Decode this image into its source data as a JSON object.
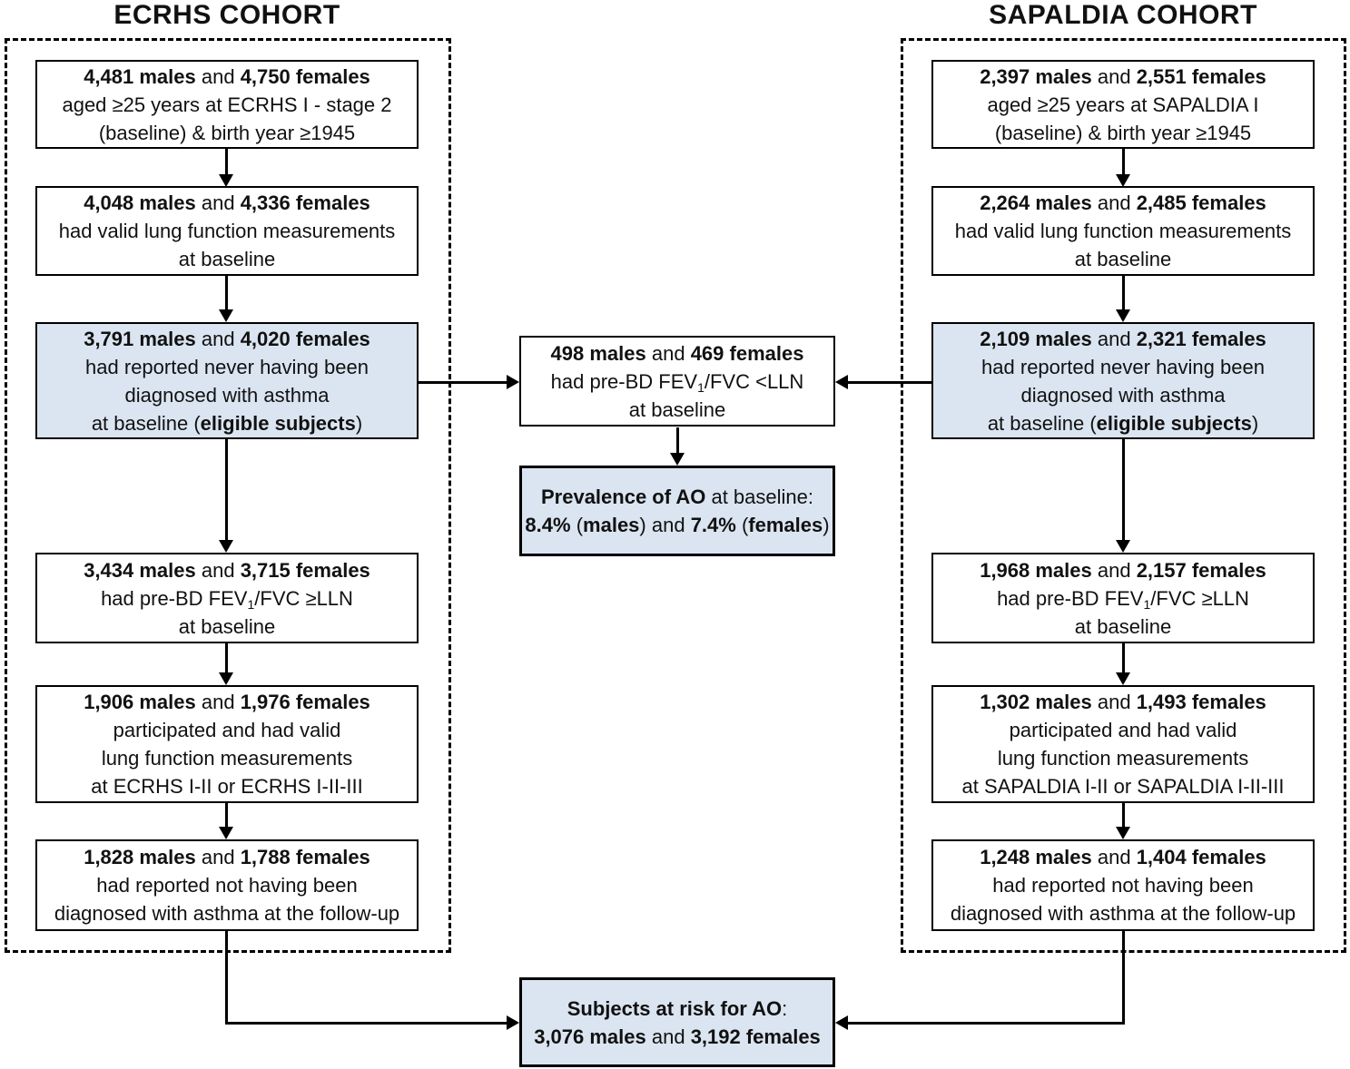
{
  "left": {
    "title": "ECRHS COHORT",
    "boxes": [
      {
        "lines": [
          [
            {
              "t": "4,481 males",
              "b": true
            },
            {
              "t": " and "
            },
            {
              "t": "4,750 females",
              "b": true
            }
          ],
          [
            {
              "t": "aged ≥25 years at ECRHS I - stage 2"
            }
          ],
          [
            {
              "t": "(baseline) & birth year ≥1945"
            }
          ]
        ]
      },
      {
        "lines": [
          [
            {
              "t": "4,048 males",
              "b": true
            },
            {
              "t": " and "
            },
            {
              "t": "4,336 females",
              "b": true
            }
          ],
          [
            {
              "t": "had valid lung function measurements"
            }
          ],
          [
            {
              "t": "at baseline"
            }
          ]
        ]
      },
      {
        "highlighted": true,
        "lines": [
          [
            {
              "t": "3,791 males",
              "b": true
            },
            {
              "t": " and "
            },
            {
              "t": "4,020 females",
              "b": true
            }
          ],
          [
            {
              "t": "had reported never having been"
            }
          ],
          [
            {
              "t": "diagnosed with asthma"
            }
          ],
          [
            {
              "t": "at baseline ("
            },
            {
              "t": "eligible subjects",
              "b": true
            },
            {
              "t": ")"
            }
          ]
        ]
      },
      {
        "lines": [
          [
            {
              "t": "3,434 males",
              "b": true
            },
            {
              "t": " and "
            },
            {
              "t": "3,715 females",
              "b": true
            }
          ],
          [
            {
              "t": "had pre-BD FEV"
            },
            {
              "t": "1",
              "s": true
            },
            {
              "t": "/FVC ≥LLN"
            }
          ],
          [
            {
              "t": "at baseline"
            }
          ]
        ]
      },
      {
        "lines": [
          [
            {
              "t": "1,906 males",
              "b": true
            },
            {
              "t": " and "
            },
            {
              "t": "1,976 females",
              "b": true
            }
          ],
          [
            {
              "t": "participated and had valid"
            }
          ],
          [
            {
              "t": "lung function measurements"
            }
          ],
          [
            {
              "t": "at ECRHS I-II or ECRHS I-II-III"
            }
          ]
        ]
      },
      {
        "lines": [
          [
            {
              "t": "1,828 males",
              "b": true
            },
            {
              "t": " and "
            },
            {
              "t": "1,788 females",
              "b": true
            }
          ],
          [
            {
              "t": "had reported not having been"
            }
          ],
          [
            {
              "t": "diagnosed with asthma at the follow-up"
            }
          ]
        ]
      }
    ]
  },
  "right": {
    "title": "SAPALDIA COHORT",
    "boxes": [
      {
        "lines": [
          [
            {
              "t": "2,397 males",
              "b": true
            },
            {
              "t": " and "
            },
            {
              "t": "2,551 females",
              "b": true
            }
          ],
          [
            {
              "t": "aged ≥25 years at SAPALDIA I"
            }
          ],
          [
            {
              "t": "(baseline) & birth year ≥1945"
            }
          ]
        ]
      },
      {
        "lines": [
          [
            {
              "t": "2,264 males",
              "b": true
            },
            {
              "t": " and "
            },
            {
              "t": "2,485 females",
              "b": true
            }
          ],
          [
            {
              "t": "had valid lung function measurements"
            }
          ],
          [
            {
              "t": "at baseline"
            }
          ]
        ]
      },
      {
        "highlighted": true,
        "lines": [
          [
            {
              "t": "2,109 males",
              "b": true
            },
            {
              "t": " and "
            },
            {
              "t": "2,321 females",
              "b": true
            }
          ],
          [
            {
              "t": "had reported never having been"
            }
          ],
          [
            {
              "t": "diagnosed with asthma"
            }
          ],
          [
            {
              "t": "at baseline ("
            },
            {
              "t": "eligible subjects",
              "b": true
            },
            {
              "t": ")"
            }
          ]
        ]
      },
      {
        "lines": [
          [
            {
              "t": "1,968 males",
              "b": true
            },
            {
              "t": " and "
            },
            {
              "t": "2,157 females",
              "b": true
            }
          ],
          [
            {
              "t": "had pre-BD FEV"
            },
            {
              "t": "1",
              "s": true
            },
            {
              "t": "/FVC ≥LLN"
            }
          ],
          [
            {
              "t": "at baseline"
            }
          ]
        ]
      },
      {
        "lines": [
          [
            {
              "t": "1,302 males",
              "b": true
            },
            {
              "t": " and "
            },
            {
              "t": "1,493 females",
              "b": true
            }
          ],
          [
            {
              "t": "participated and had valid"
            }
          ],
          [
            {
              "t": "lung function measurements"
            }
          ],
          [
            {
              "t": "at SAPALDIA I-II or SAPALDIA I-II-III"
            }
          ]
        ]
      },
      {
        "lines": [
          [
            {
              "t": "1,248 males",
              "b": true
            },
            {
              "t": " and "
            },
            {
              "t": "1,404 females",
              "b": true
            }
          ],
          [
            {
              "t": "had reported not having been"
            }
          ],
          [
            {
              "t": "diagnosed with asthma at the follow-up"
            }
          ]
        ]
      }
    ]
  },
  "center": {
    "ao_box": {
      "lines": [
        [
          {
            "t": "498 males",
            "b": true
          },
          {
            "t": " and "
          },
          {
            "t": "469 females",
            "b": true
          }
        ],
        [
          {
            "t": "had pre-BD FEV"
          },
          {
            "t": "1",
            "s": true
          },
          {
            "t": "/FVC <LLN"
          }
        ],
        [
          {
            "t": "at baseline"
          }
        ]
      ]
    },
    "prevalence_box": {
      "highlighted": true,
      "lines": [
        [
          {
            "t": "Prevalence of AO",
            "b": true
          },
          {
            "t": " at baseline:"
          }
        ],
        [
          {
            "t": "8.4%",
            "b": true
          },
          {
            "t": " ("
          },
          {
            "t": "males",
            "b": true
          },
          {
            "t": ") and "
          },
          {
            "t": "7.4%",
            "b": true
          },
          {
            "t": " ("
          },
          {
            "t": "females",
            "b": true
          },
          {
            "t": ")"
          }
        ]
      ]
    },
    "risk_box": {
      "highlighted": true,
      "lines": [
        [
          {
            "t": "Subjects at risk for AO",
            "b": true
          },
          {
            "t": ":"
          }
        ],
        [
          {
            "t": "3,076 males",
            "b": true
          },
          {
            "t": " and "
          },
          {
            "t": "3,192 females",
            "b": true
          }
        ]
      ]
    }
  },
  "colors": {
    "highlight_fill": "#dbe5f1",
    "line_color": "#000000",
    "text_color": "#111111"
  }
}
